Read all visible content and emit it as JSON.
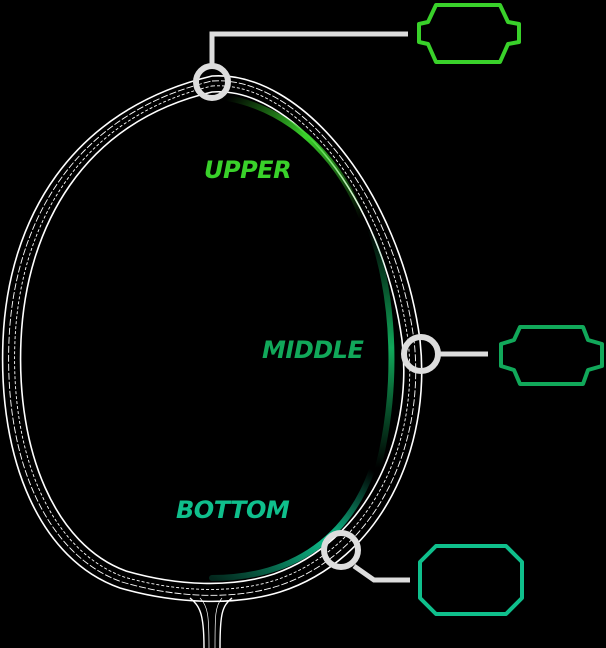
{
  "zones": [
    {
      "id": "upper",
      "label": "UPPER",
      "color": "#39d12a"
    },
    {
      "id": "middle",
      "label": "MIDDLE",
      "color": "#11a85a"
    },
    {
      "id": "bottom",
      "label": "BOTTOM",
      "color": "#0fbf8c"
    }
  ],
  "frame": {
    "stroke_color": "#ffffff",
    "background": "#000000",
    "connector_color": "#dddddd"
  }
}
